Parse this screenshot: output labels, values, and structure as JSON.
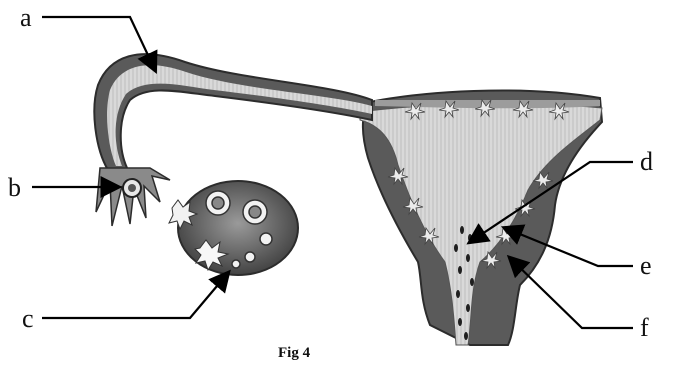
{
  "figure": {
    "caption": "Fig 4",
    "labels": {
      "a": "a",
      "b": "b",
      "c": "c",
      "d": "d",
      "e": "e",
      "f": "f"
    }
  }
}
